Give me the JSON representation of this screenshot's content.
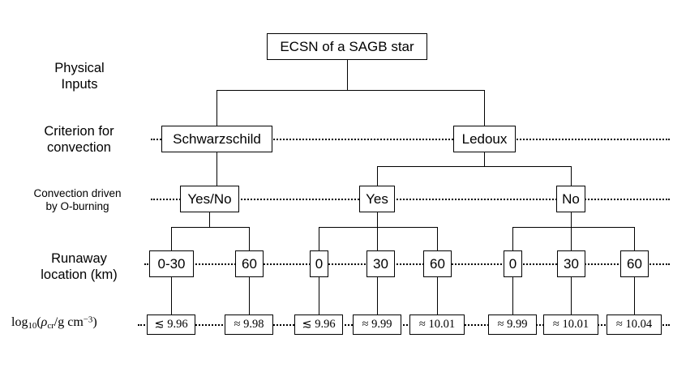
{
  "figure": {
    "title": "ECSN of a SAGB star decision tree",
    "background": "#ffffff",
    "line_color": "#000000"
  },
  "row_labels": [
    {
      "id": "physical-inputs",
      "text": "Physical\nInputs"
    },
    {
      "id": "criterion",
      "text": "Criterion for\nconvection"
    },
    {
      "id": "convection-driven",
      "text": "Convection driven\nby O-burning"
    },
    {
      "id": "runaway-location",
      "text": "Runaway\nlocation (km)"
    }
  ],
  "density_row_label": {
    "prefix": "log",
    "base": "10",
    "open": "(",
    "rho": "ρ",
    "rho_sub": "cr",
    "units": "/g cm",
    "exponent": "−3",
    "close": ")"
  },
  "root": {
    "label": "ECSN of a SAGB star"
  },
  "criterion_nodes": [
    {
      "id": "schwarzschild",
      "label": "Schwarzschild"
    },
    {
      "id": "ledoux",
      "label": "Ledoux"
    }
  ],
  "convection_nodes": [
    {
      "id": "sch-yesno",
      "label": "Yes/No",
      "parent": "schwarzschild"
    },
    {
      "id": "led-yes",
      "label": "Yes",
      "parent": "ledoux"
    },
    {
      "id": "led-no",
      "label": "No",
      "parent": "ledoux"
    }
  ],
  "runaway_nodes": [
    {
      "id": "r1",
      "label": "0-30",
      "parent": "sch-yesno"
    },
    {
      "id": "r2",
      "label": "60",
      "parent": "sch-yesno"
    },
    {
      "id": "r3",
      "label": "0",
      "parent": "led-yes"
    },
    {
      "id": "r4",
      "label": "30",
      "parent": "led-yes"
    },
    {
      "id": "r5",
      "label": "60",
      "parent": "led-yes"
    },
    {
      "id": "r6",
      "label": "0",
      "parent": "led-no"
    },
    {
      "id": "r7",
      "label": "30",
      "parent": "led-no"
    },
    {
      "id": "r8",
      "label": "60",
      "parent": "led-no"
    }
  ],
  "density_nodes": [
    {
      "id": "d1",
      "label": "≲ 9.96",
      "parent": "r1"
    },
    {
      "id": "d2",
      "label": "≈ 9.98",
      "parent": "r2"
    },
    {
      "id": "d3",
      "label": "≲ 9.96",
      "parent": "r3"
    },
    {
      "id": "d4",
      "label": "≈ 9.99",
      "parent": "r4"
    },
    {
      "id": "d5",
      "label": "≈ 10.01",
      "parent": "r5"
    },
    {
      "id": "d6",
      "label": "≈ 9.99",
      "parent": "r6"
    },
    {
      "id": "d7",
      "label": "≈ 10.01",
      "parent": "r7"
    },
    {
      "id": "d8",
      "label": "≈ 10.04",
      "parent": "r8"
    }
  ]
}
